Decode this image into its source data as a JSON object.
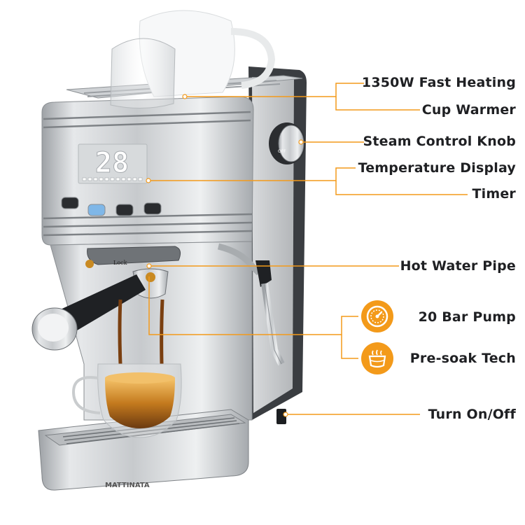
{
  "accent_color": "#f39a1a",
  "callouts": [
    {
      "id": "heating",
      "label": "1350W Fast Heating"
    },
    {
      "id": "warmer",
      "label": "Cup Warmer"
    },
    {
      "id": "steam-knob",
      "label": "Steam Control Knob"
    },
    {
      "id": "temp-display",
      "label": "Temperature Display"
    },
    {
      "id": "timer",
      "label": "Timer"
    },
    {
      "id": "hot-water",
      "label": "Hot Water Pipe"
    },
    {
      "id": "pump",
      "label": "20 Bar Pump",
      "icon": "pressure-gauge-icon"
    },
    {
      "id": "presoak",
      "label": "Pre-soak Tech",
      "icon": "presoak-cup-icon"
    },
    {
      "id": "power",
      "label": "Turn On/Off"
    }
  ],
  "machine": {
    "display_reading": "28",
    "knob_marks": [
      "OFF"
    ],
    "lock_text": "Lock",
    "brand": "MATTINATA"
  }
}
